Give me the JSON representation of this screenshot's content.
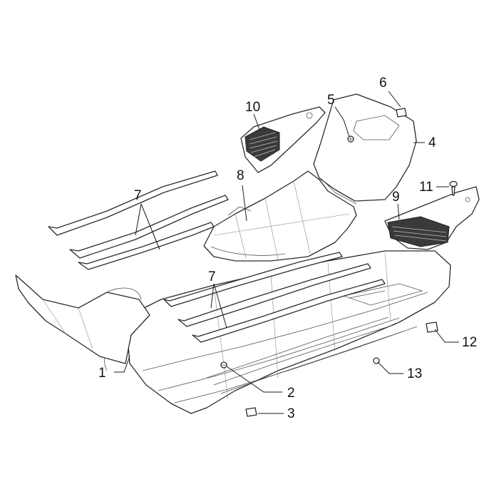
{
  "callouts": [
    {
      "id": "c1",
      "label": "1"
    },
    {
      "id": "c2",
      "label": "2"
    },
    {
      "id": "c3",
      "label": "3"
    },
    {
      "id": "c4",
      "label": "4"
    },
    {
      "id": "c5",
      "label": "5"
    },
    {
      "id": "c6",
      "label": "6"
    },
    {
      "id": "c7a",
      "label": "7"
    },
    {
      "id": "c7b",
      "label": "7"
    },
    {
      "id": "c8",
      "label": "8"
    },
    {
      "id": "c9",
      "label": "9"
    },
    {
      "id": "c10",
      "label": "10"
    },
    {
      "id": "c11",
      "label": "11"
    },
    {
      "id": "c12",
      "label": "12"
    },
    {
      "id": "c13",
      "label": "13"
    }
  ],
  "colors": {
    "line": "#2b2b2b",
    "pad": "#3a3a3a",
    "background": "#ffffff"
  }
}
